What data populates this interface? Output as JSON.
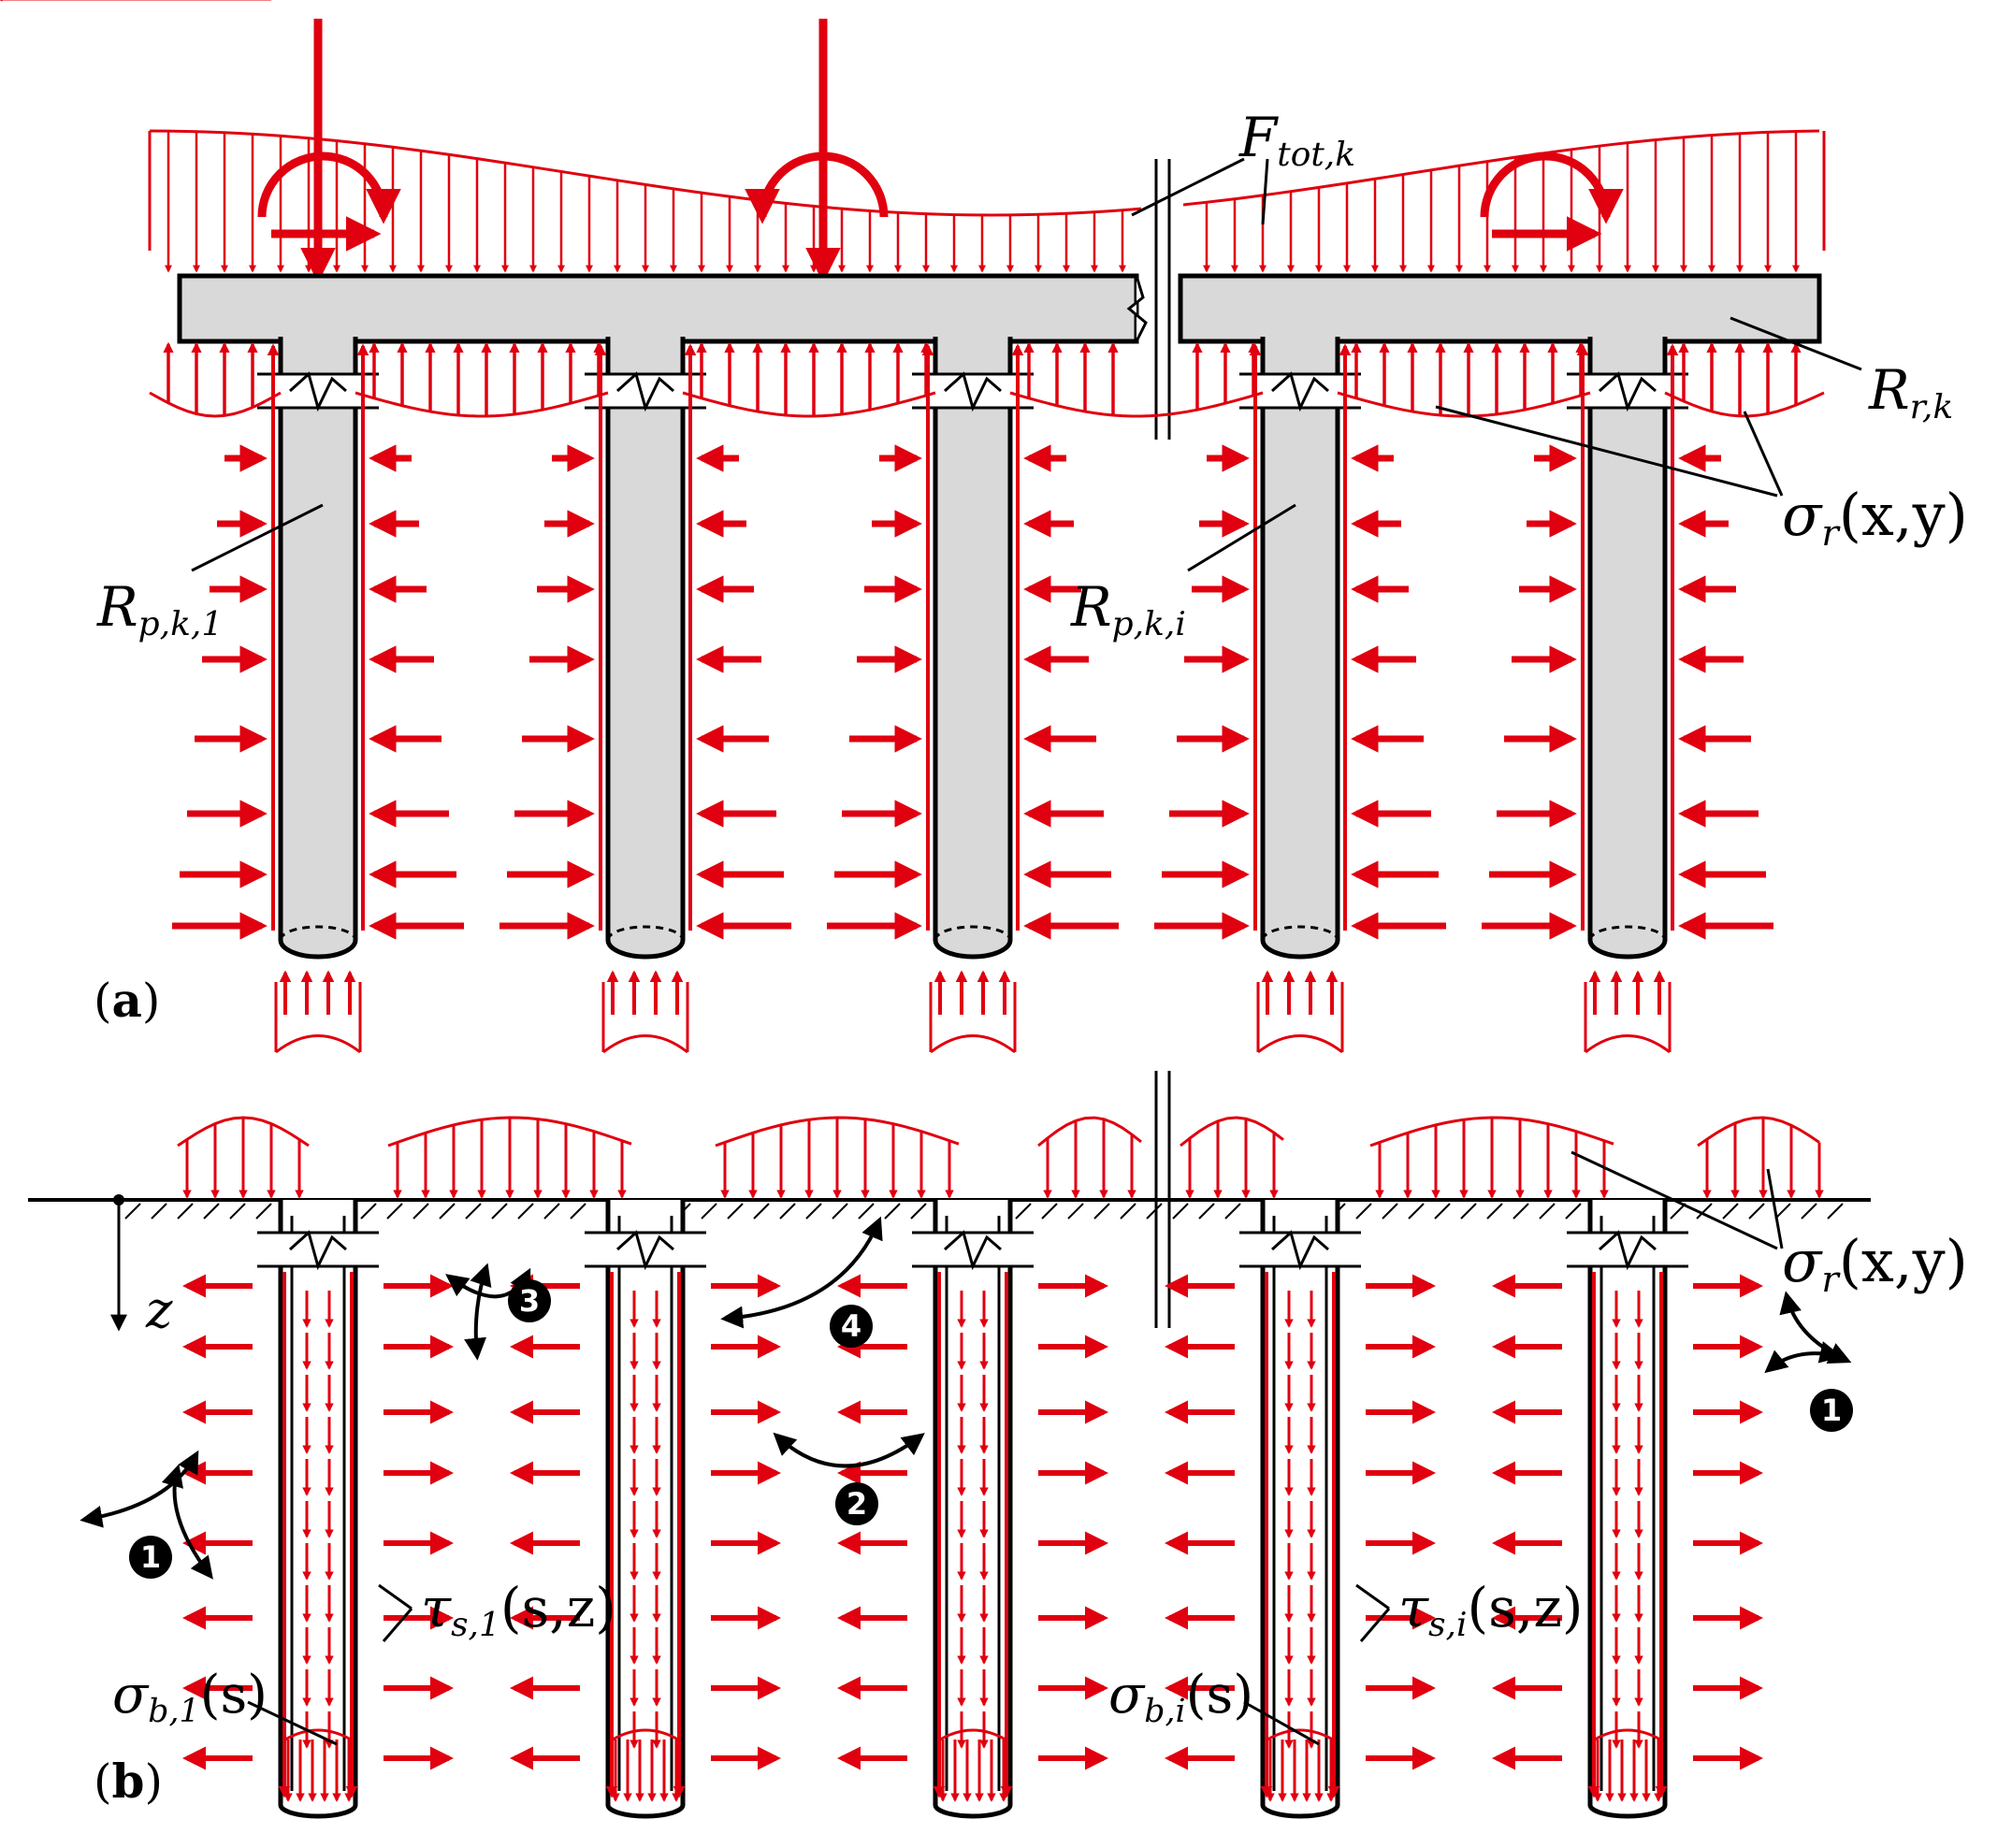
{
  "colors": {
    "load": "#e0000f",
    "pile": "#d9d9d9",
    "outline": "#000000"
  },
  "panels": {
    "a": "a",
    "b": "b"
  },
  "labels": {
    "F_tot": {
      "main": "F",
      "sub": "tot,k"
    },
    "R_r": {
      "main": "R",
      "sub": "r,k"
    },
    "sigma_r_a": {
      "main": "σ",
      "sub": "r",
      "args": "(x,y)"
    },
    "R_p1": {
      "main": "R",
      "sub": "p,k,1"
    },
    "R_pi": {
      "main": "R",
      "sub": "p,k,i"
    },
    "z_axis": "z",
    "sigma_r_b": {
      "main": "σ",
      "sub": "r",
      "args": "(x,y)"
    },
    "tau_1": {
      "main": "τ",
      "sub": "s,1",
      "args": "(s,z)"
    },
    "tau_i": {
      "main": "τ",
      "sub": "s,i",
      "args": "(s,z)"
    },
    "sigma_b1": {
      "main": "σ",
      "sub": "b,1",
      "args": "(s)"
    },
    "sigma_bi": {
      "main": "σ",
      "sub": "b,i",
      "args": "(s)"
    }
  },
  "badges": [
    "1",
    "2",
    "3",
    "4",
    "1"
  ],
  "piles": 5
}
